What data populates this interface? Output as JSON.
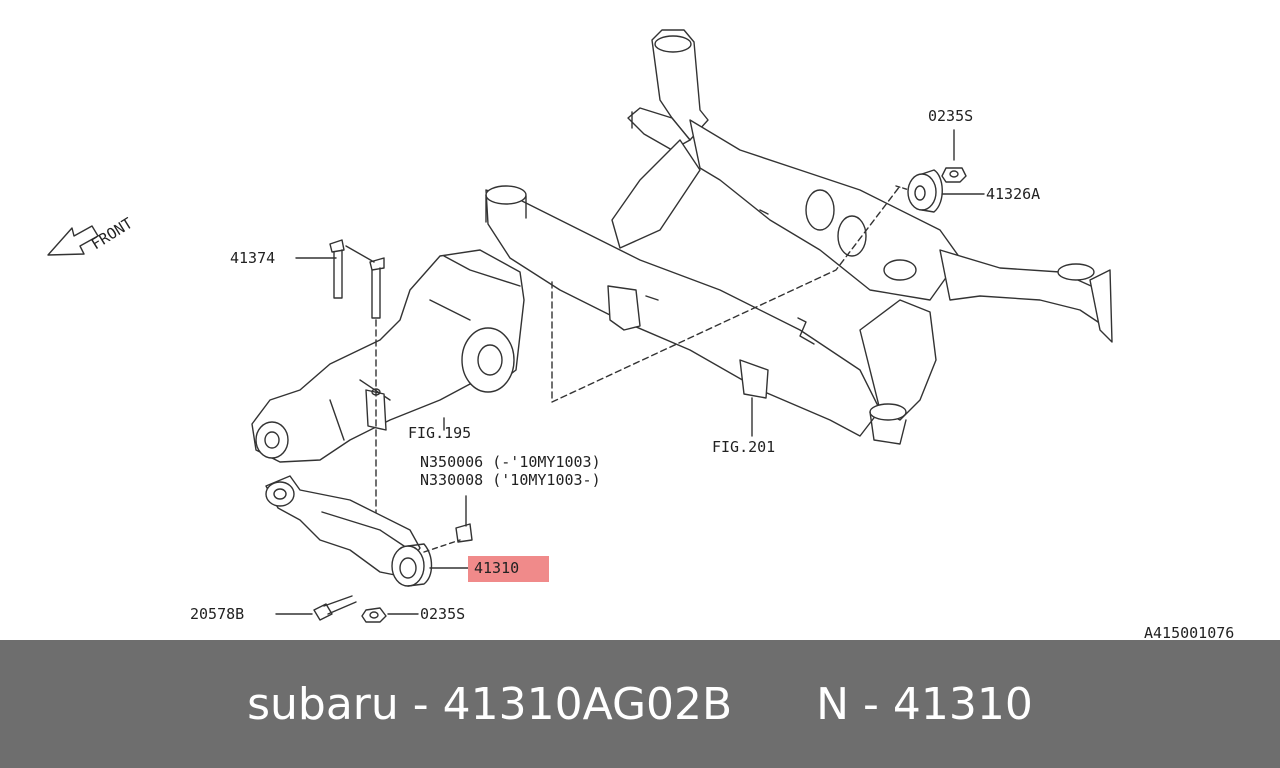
{
  "diagram": {
    "front_label": "FRONT",
    "labels": {
      "p0235s_top": "0235S",
      "p41326a": "41326A",
      "p41374": "41374",
      "fig195": "FIG.195",
      "fig201": "FIG.201",
      "n350006": "N350006 (-'10MY1003)",
      "n330008": "N330008 ('10MY1003-)",
      "p41310": "41310",
      "p20578b": "20578B",
      "p0235s_bottom": "0235S",
      "ref_code": "A415001076"
    },
    "highlight_color": "#f08a8a"
  },
  "footer": {
    "brand": "subaru",
    "dash1": " - ",
    "part_number": "41310AG02B",
    "dash2": " - ",
    "ref_prefix": "N",
    "ref_number": "41310",
    "background": "#6e6e6e"
  }
}
